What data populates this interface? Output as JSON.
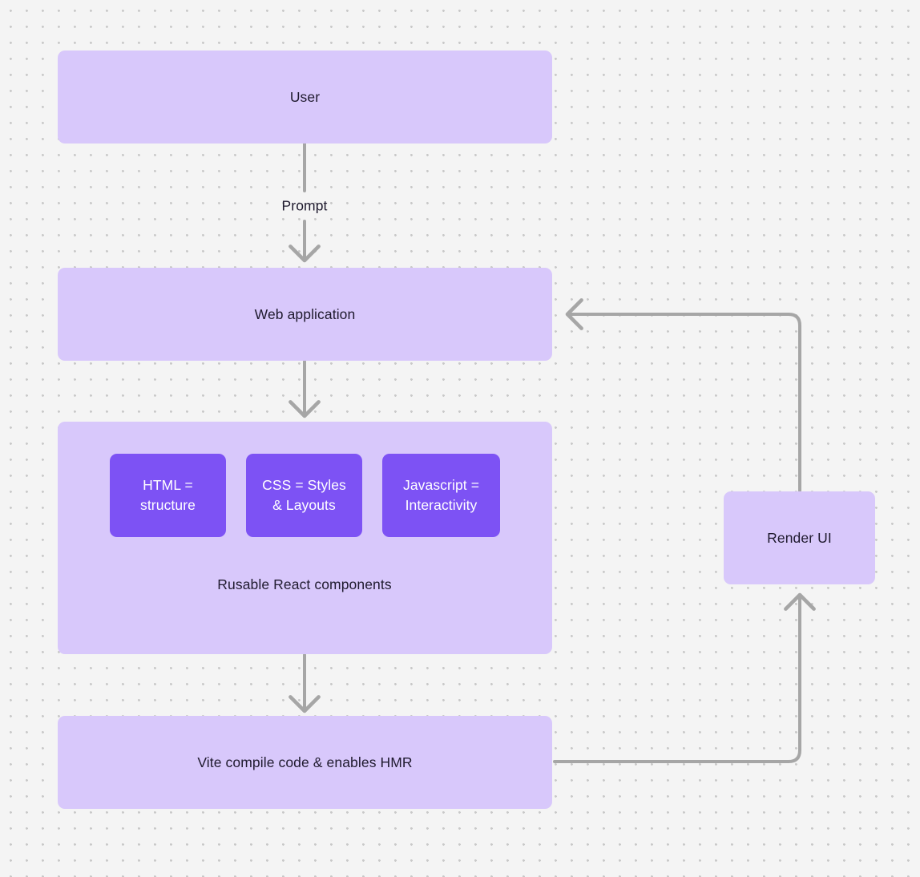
{
  "canvas": {
    "background_color": "#f4f4f4",
    "dot_color": "#c9c9c9",
    "node_fill": "#d8c8fb",
    "chip_fill": "#7d52f4",
    "edge_color": "#a6a6a6",
    "text_color": "#1f1a2e"
  },
  "nodes": {
    "user": {
      "label": "User"
    },
    "web_application": {
      "label": "Web application"
    },
    "components_container": {
      "caption": "Rusable React components"
    },
    "html_chip": {
      "line1": "HTML =",
      "line2": "structure"
    },
    "css_chip": {
      "line1": "CSS = Styles",
      "line2": "& Layouts"
    },
    "js_chip": {
      "line1": "Javascript =",
      "line2": "Interactivity"
    },
    "vite": {
      "label": "Vite compile code & enables HMR"
    },
    "render_ui": {
      "label": "Render UI"
    }
  },
  "edges": {
    "user_to_web": {
      "label": "Prompt"
    },
    "web_to_components": {
      "label": ""
    },
    "components_to_vite": {
      "label": ""
    },
    "vite_to_render": {
      "label": ""
    },
    "render_to_web": {
      "label": ""
    }
  }
}
